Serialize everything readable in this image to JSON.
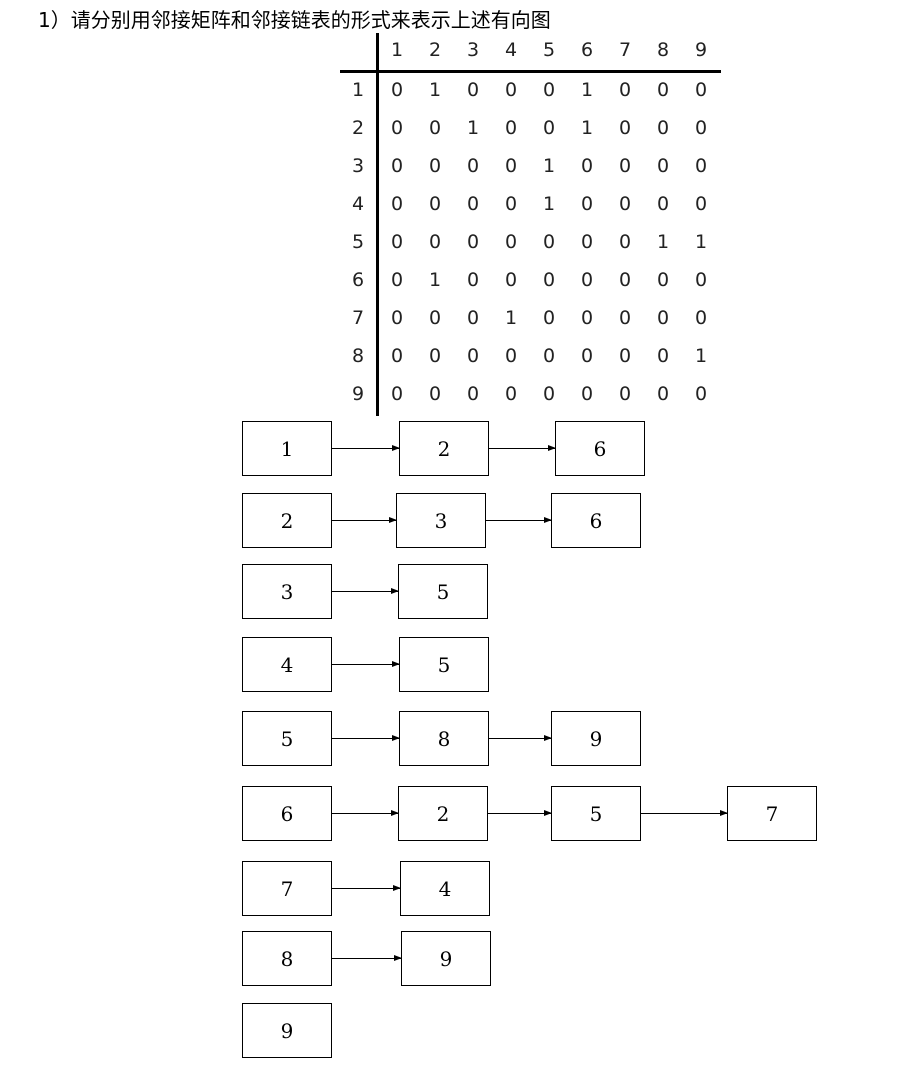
{
  "title": "1）请分别用邻接矩阵和邻接链表的形式来表示上述有向图",
  "matrix": {
    "col_headers": [
      "1",
      "2",
      "3",
      "4",
      "5",
      "6",
      "7",
      "8",
      "9"
    ],
    "row_headers": [
      "1",
      "2",
      "3",
      "4",
      "5",
      "6",
      "7",
      "8",
      "9"
    ],
    "rows": [
      [
        "0",
        "1",
        "0",
        "0",
        "0",
        "1",
        "0",
        "0",
        "0"
      ],
      [
        "0",
        "0",
        "1",
        "0",
        "0",
        "1",
        "0",
        "0",
        "0"
      ],
      [
        "0",
        "0",
        "0",
        "0",
        "1",
        "0",
        "0",
        "0",
        "0"
      ],
      [
        "0",
        "0",
        "0",
        "0",
        "1",
        "0",
        "0",
        "0",
        "0"
      ],
      [
        "0",
        "0",
        "0",
        "0",
        "0",
        "0",
        "0",
        "1",
        "1"
      ],
      [
        "0",
        "1",
        "0",
        "0",
        "0",
        "0",
        "0",
        "0",
        "0"
      ],
      [
        "0",
        "0",
        "0",
        "1",
        "0",
        "0",
        "0",
        "0",
        "0"
      ],
      [
        "0",
        "0",
        "0",
        "0",
        "0",
        "0",
        "0",
        "0",
        "1"
      ],
      [
        "0",
        "0",
        "0",
        "0",
        "0",
        "0",
        "0",
        "0",
        "0"
      ]
    ]
  },
  "adjacency_list": [
    [
      "1",
      "2",
      "6"
    ],
    [
      "2",
      "3",
      "6"
    ],
    [
      "3",
      "5"
    ],
    [
      "4",
      "5"
    ],
    [
      "5",
      "8",
      "9"
    ],
    [
      "6",
      "2",
      "5",
      "7"
    ],
    [
      "7",
      "4"
    ],
    [
      "8",
      "9"
    ],
    [
      "9"
    ]
  ]
}
